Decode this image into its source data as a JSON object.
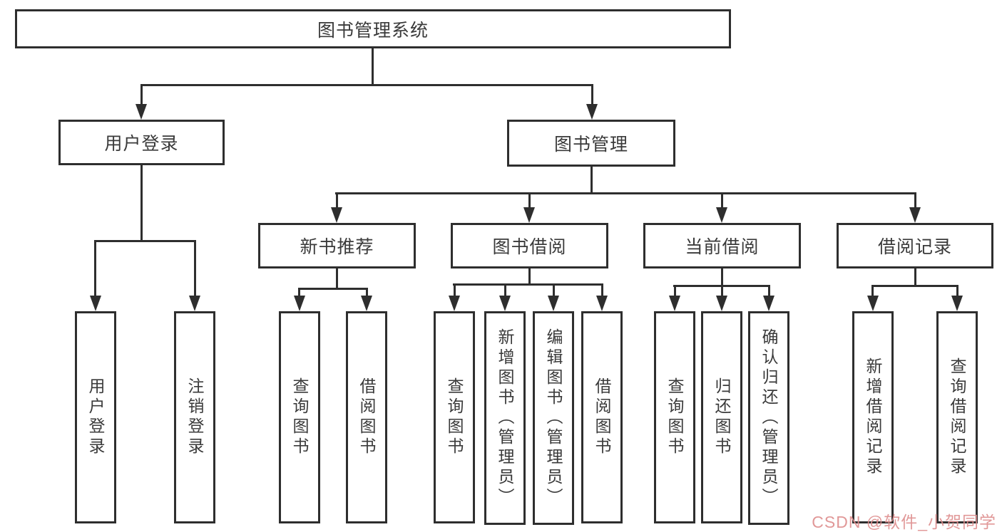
{
  "tree": {
    "label": "图书管理系统",
    "children": [
      {
        "label": "用户登录",
        "children": [
          {
            "label": "用户登录"
          },
          {
            "label": "注销登录"
          }
        ]
      },
      {
        "label": "图书管理",
        "children": [
          {
            "label": "新书推荐",
            "children": [
              {
                "label": "查询图书"
              },
              {
                "label": "借阅图书"
              }
            ]
          },
          {
            "label": "图书借阅",
            "children": [
              {
                "label": "查询图书"
              },
              {
                "label": "新增图书（管理员）"
              },
              {
                "label": "编辑图书（管理员）"
              },
              {
                "label": "借阅图书"
              }
            ]
          },
          {
            "label": "当前借阅",
            "children": [
              {
                "label": "查询图书"
              },
              {
                "label": "归还图书"
              },
              {
                "label": "确认归还（管理员）"
              }
            ]
          },
          {
            "label": "借阅记录",
            "children": [
              {
                "label": "新增借阅记录"
              },
              {
                "label": "查询借阅记录"
              }
            ]
          }
        ]
      }
    ]
  },
  "watermark": {
    "text": "CSDN @软件_小贺同学"
  },
  "colors": {
    "line": "#2e2e2e",
    "text": "#3a3a3a",
    "watermark": "#de8d8d",
    "background": "#ffffff"
  }
}
